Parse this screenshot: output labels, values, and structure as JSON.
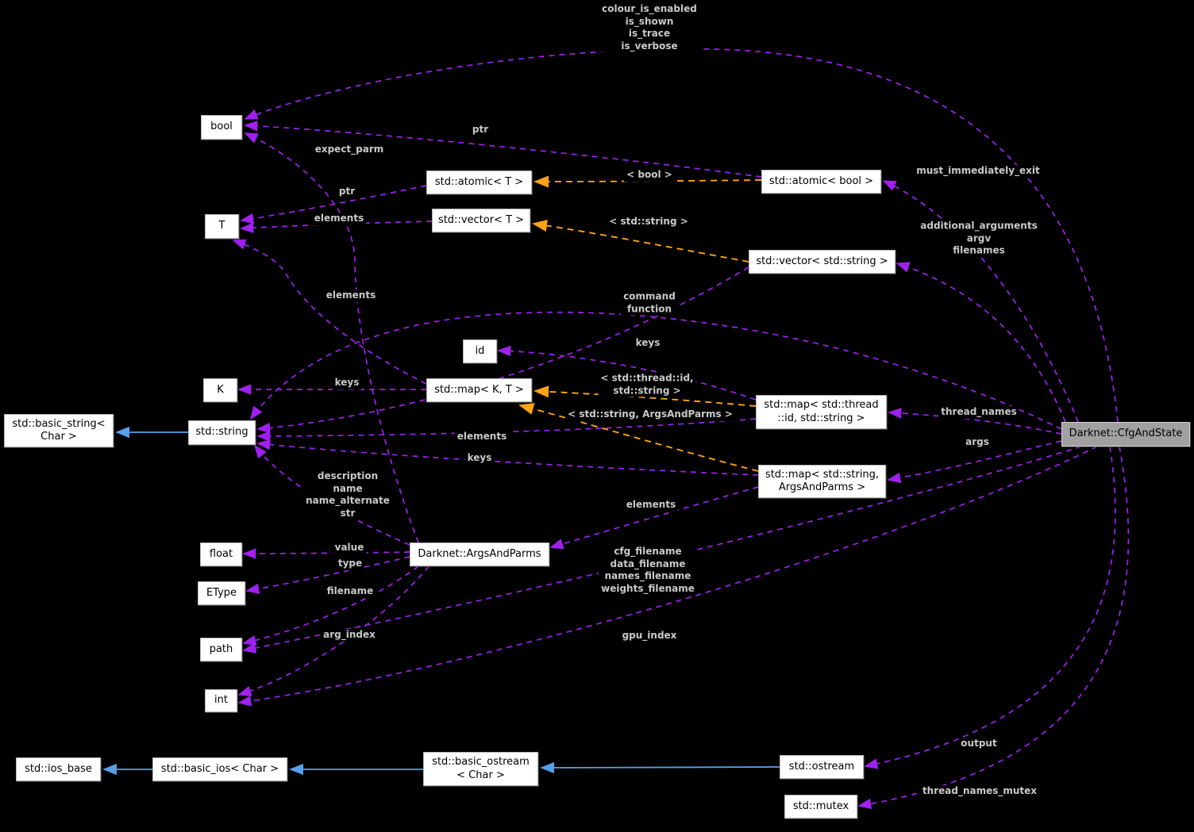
{
  "diagram": {
    "type": "doxygen-collaboration-graph",
    "colors": {
      "background": "#000000",
      "edge_usage": "#a020f0",
      "edge_template": "#ffa216",
      "edge_inheritance": "#57a0ea",
      "node_fill": "#ffffff",
      "node_border": "#b4b4b4",
      "target_node_fill": "#a0a0a0",
      "edge_label_text": "#c9c9c9"
    },
    "nodes": {
      "bool": {
        "label": "bool"
      },
      "t": {
        "label": "T"
      },
      "atomic_t": {
        "label": "std::atomic< T >"
      },
      "vector_t": {
        "label": "std::vector< T >"
      },
      "atomic_bool": {
        "label": "std::atomic< bool >"
      },
      "vector_string": {
        "label": "std::vector< std::string >"
      },
      "id": {
        "label": "id"
      },
      "k": {
        "label": "K"
      },
      "map_kt": {
        "label": "std::map< K, T >"
      },
      "map_thread": {
        "label": "std::map< std::thread\n::id, std::string >"
      },
      "basic_string": {
        "label": "std::basic_string<\nChar >"
      },
      "string": {
        "label": "std::string"
      },
      "cfgandstate": {
        "label": "Darknet::CfgAndState"
      },
      "map_args": {
        "label": "std::map< std::string,\nArgsAndParms >"
      },
      "float": {
        "label": "float"
      },
      "argsandparms": {
        "label": "Darknet::ArgsAndParms"
      },
      "etype": {
        "label": "EType"
      },
      "path": {
        "label": "path"
      },
      "int": {
        "label": "int"
      },
      "ios_base": {
        "label": "std::ios_base"
      },
      "basic_ios": {
        "label": "std::basic_ios< Char >"
      },
      "basic_ostream": {
        "label": "std::basic_ostream\n< Char >"
      },
      "ostream": {
        "label": "std::ostream"
      },
      "mutex": {
        "label": "std::mutex"
      }
    },
    "edge_labels": {
      "colour_flags": {
        "text": "colour_is_enabled\nis_shown\nis_trace\nis_verbose"
      },
      "ptr_atomic_bool": {
        "text": "ptr"
      },
      "expect_parm": {
        "text": "expect_parm"
      },
      "ptr_atomic_t": {
        "text": "ptr"
      },
      "elements_vector_t": {
        "text": "elements"
      },
      "tmpl_bool": {
        "text": "< bool >"
      },
      "tmpl_string": {
        "text": "< std::string >"
      },
      "must_immediately_exit": {
        "text": "must_immediately_exit"
      },
      "additional_args": {
        "text": "additional_arguments\nargv\nfilenames"
      },
      "elements_map_kt": {
        "text": "elements"
      },
      "command_function": {
        "text": "command\nfunction"
      },
      "keys_thread": {
        "text": "keys"
      },
      "tmpl_thread": {
        "text": "< std::thread::id,\nstd::string >"
      },
      "keys_map_kt": {
        "text": "keys"
      },
      "tmpl_args": {
        "text": "< std::string, ArgsAndParms >"
      },
      "thread_names": {
        "text": "thread_names"
      },
      "args": {
        "text": "args"
      },
      "elements_vector_string": {
        "text": "elements"
      },
      "keys_map_args": {
        "text": "keys"
      },
      "description_block": {
        "text": "description\nname\nname_alternate\nstr"
      },
      "elements_map_args": {
        "text": "elements"
      },
      "value": {
        "text": "value"
      },
      "type": {
        "text": "type"
      },
      "cfg_filenames": {
        "text": "cfg_filename\ndata_filename\nnames_filename\nweights_filename"
      },
      "filename": {
        "text": "filename"
      },
      "arg_index": {
        "text": "arg_index"
      },
      "gpu_index": {
        "text": "gpu_index"
      },
      "output": {
        "text": "output"
      },
      "thread_names_mutex": {
        "text": "thread_names_mutex"
      }
    }
  }
}
